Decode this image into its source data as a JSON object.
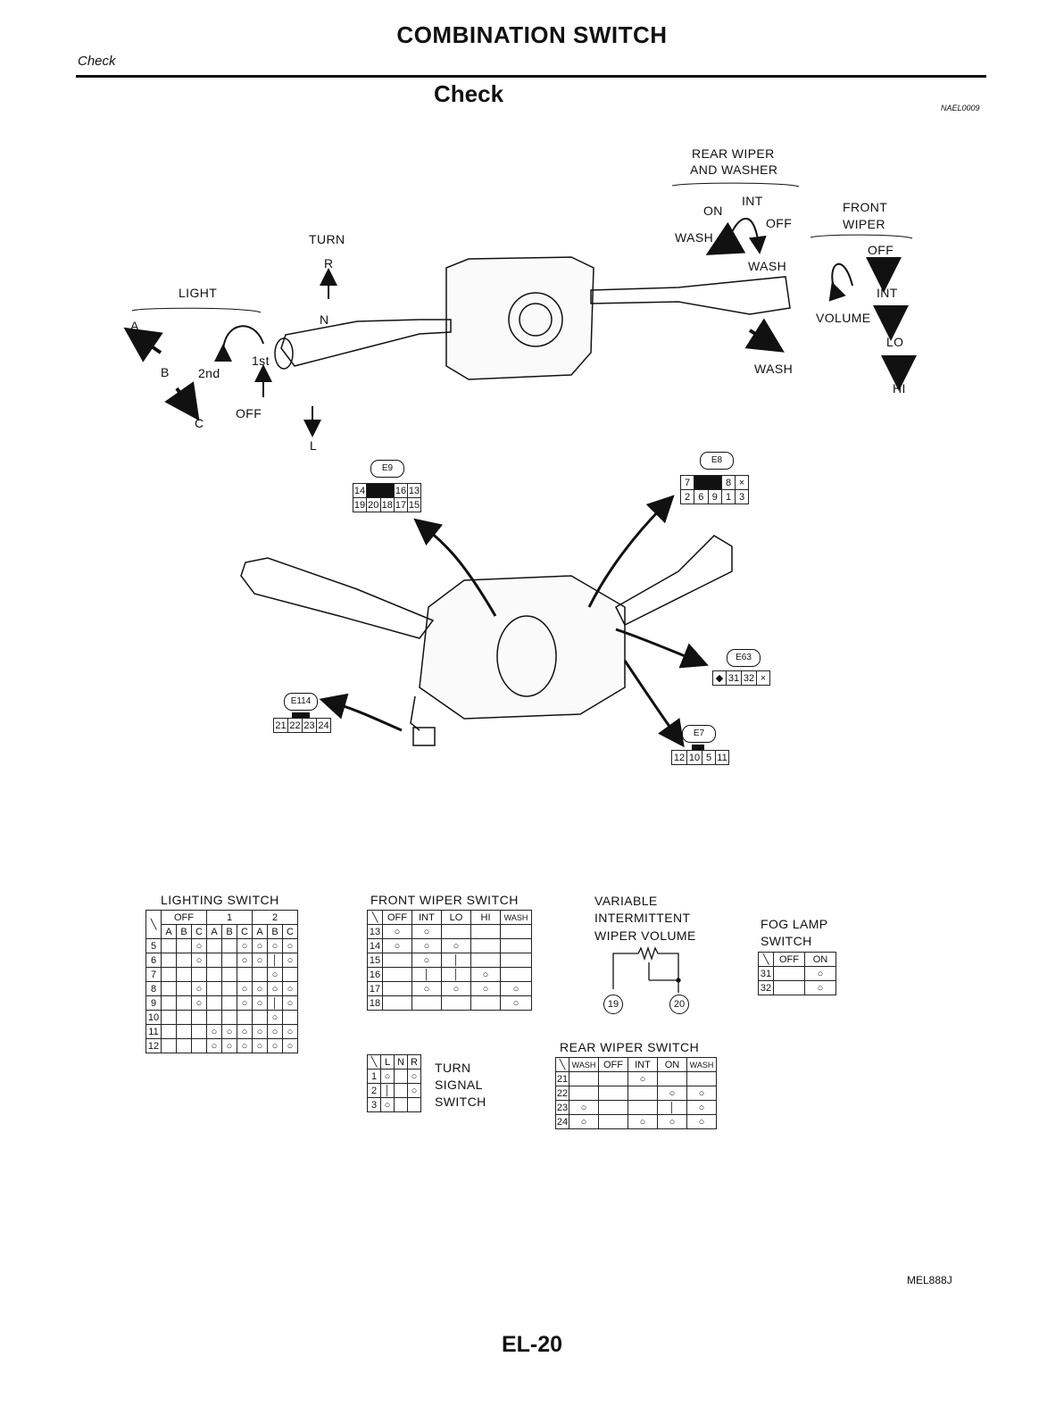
{
  "header": {
    "title": "COMBINATION SWITCH",
    "subtitle": "Check",
    "section": "Check",
    "code": "NAEL0009"
  },
  "diagram": {
    "rear_wiper": "REAR  WIPER",
    "rear_washer": "AND WASHER",
    "front_wiper": "FRONT",
    "front_wiper2": "WIPER",
    "turn": "TURN",
    "light": "LIGHT",
    "r": "R",
    "n": "N",
    "l": "L",
    "a": "A",
    "b": "B",
    "c": "C",
    "second": "2nd",
    "first": "1st",
    "off": "OFF",
    "on": "ON",
    "int": "INT",
    "off_r": "OFF",
    "wash_l": "WASH",
    "wash_r": "WASH",
    "wash_b": "WASH",
    "off_f": "OFF",
    "int_f": "INT",
    "volume": "VOLUME",
    "lo": "LO",
    "hi": "HI"
  },
  "connectors": {
    "e9": {
      "id": "E9",
      "row1": [
        "14",
        "",
        "16",
        "13"
      ],
      "row2": [
        "19",
        "20",
        "18",
        "17",
        "15"
      ]
    },
    "e8": {
      "id": "E8",
      "row1": [
        "7",
        "",
        "8",
        "×"
      ],
      "row2": [
        "2",
        "6",
        "9",
        "1",
        "3"
      ]
    },
    "e63": {
      "id": "E63",
      "row1": [
        "◆",
        "31",
        "32",
        "×"
      ]
    },
    "e7": {
      "id": "E7",
      "row1": [
        "12",
        "10",
        "5",
        "11"
      ]
    },
    "e114": {
      "id": "E114",
      "row1": [
        "21",
        "22",
        "23",
        "24"
      ]
    }
  },
  "tables": {
    "lighting": {
      "title": "LIGHTING  SWITCH",
      "groups": [
        "OFF",
        "1",
        "2"
      ],
      "cols": [
        "A",
        "B",
        "C",
        "A",
        "B",
        "C",
        "A",
        "B",
        "C"
      ],
      "rows": [
        "5",
        "6",
        "7",
        "8",
        "9",
        "10",
        "11",
        "12"
      ]
    },
    "front_wiper": {
      "title": "FRONT  WIPER  SWITCH",
      "cols": [
        "OFF",
        "INT",
        "LO",
        "HI",
        "WASH"
      ],
      "rows": [
        "13",
        "14",
        "15",
        "16",
        "17",
        "18"
      ]
    },
    "variable": {
      "line1": "VARIABLE",
      "line2": "INTERMITTENT",
      "line3": "WIPER  VOLUME",
      "t19": "19",
      "t20": "20"
    },
    "fog": {
      "title1": "FOG  LAMP",
      "title2": "SWITCH",
      "cols": [
        "OFF",
        "ON"
      ],
      "rows": [
        "31",
        "32"
      ]
    },
    "turn": {
      "cols": [
        "L",
        "N",
        "R"
      ],
      "rows": [
        "1",
        "2",
        "3"
      ],
      "label1": "TURN",
      "label2": "SIGNAL",
      "label3": "SWITCH"
    },
    "rear_wiper": {
      "title": "REAR  WIPER  SWITCH",
      "cols": [
        "WASH",
        "OFF",
        "INT",
        "ON",
        "WASH"
      ],
      "rows": [
        "21",
        "22",
        "23",
        "24"
      ]
    }
  },
  "footer": {
    "page": "EL-20",
    "figure": "MEL888J"
  }
}
